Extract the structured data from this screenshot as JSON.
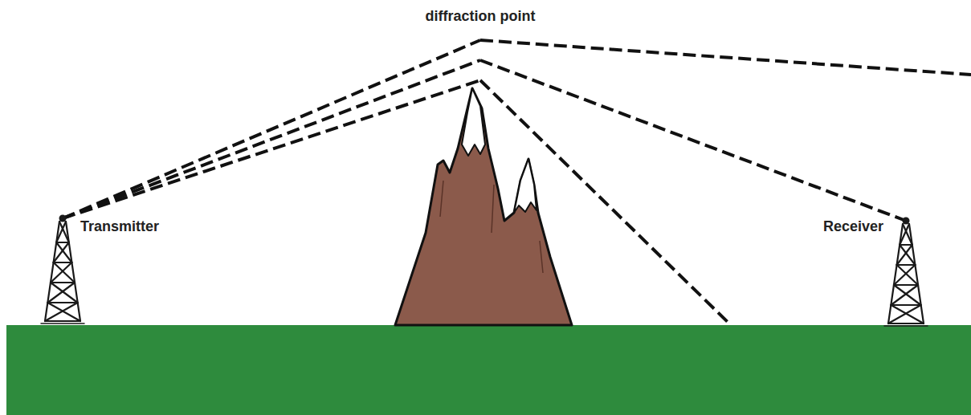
{
  "diagram": {
    "labels": [
      "diffraction point",
      "Transmitter",
      "Receiver"
    ]
  }
}
